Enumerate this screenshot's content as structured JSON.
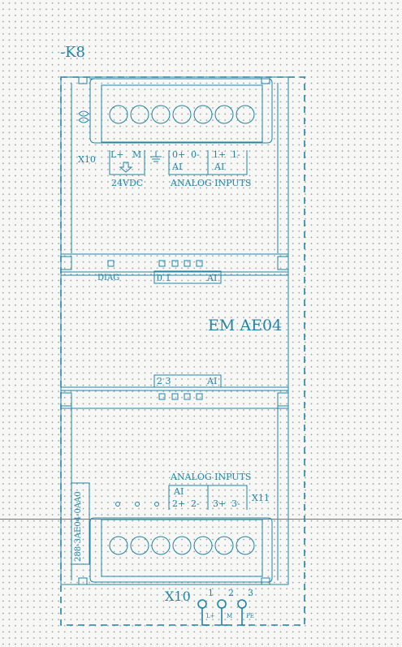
{
  "device_tag": "-K8",
  "module_name": "EM AE04",
  "part_number": "288-3AE04-0AA0",
  "top_connector": {
    "ref": "X10",
    "labels_row1": [
      "L+",
      "M",
      "0+",
      "0-",
      "1+",
      "1-"
    ],
    "labels_row2": [
      "AI",
      "AI"
    ],
    "supply": "24VDC",
    "group": "ANALOG INPUTS",
    "terminal_count": 7
  },
  "top_leds": {
    "diag": "DIAG",
    "channels": "0 1",
    "type": "AI"
  },
  "bottom_leds": {
    "channels": "2 3",
    "type": "AI"
  },
  "bottom_connector": {
    "ref": "X11",
    "group": "ANALOG INPUTS",
    "labels_ai": "AI",
    "labels_row": [
      "2+",
      "2-",
      "3+",
      "3-"
    ],
    "terminal_count": 7
  },
  "supply_terminals": {
    "ref": "X10",
    "numbers": [
      "1",
      "2",
      "3"
    ],
    "names": [
      "L+",
      "M",
      "PE"
    ]
  },
  "colors": {
    "line": "#1f84a6",
    "dots": "#9a9a9a",
    "background": "#f7f7f5"
  }
}
